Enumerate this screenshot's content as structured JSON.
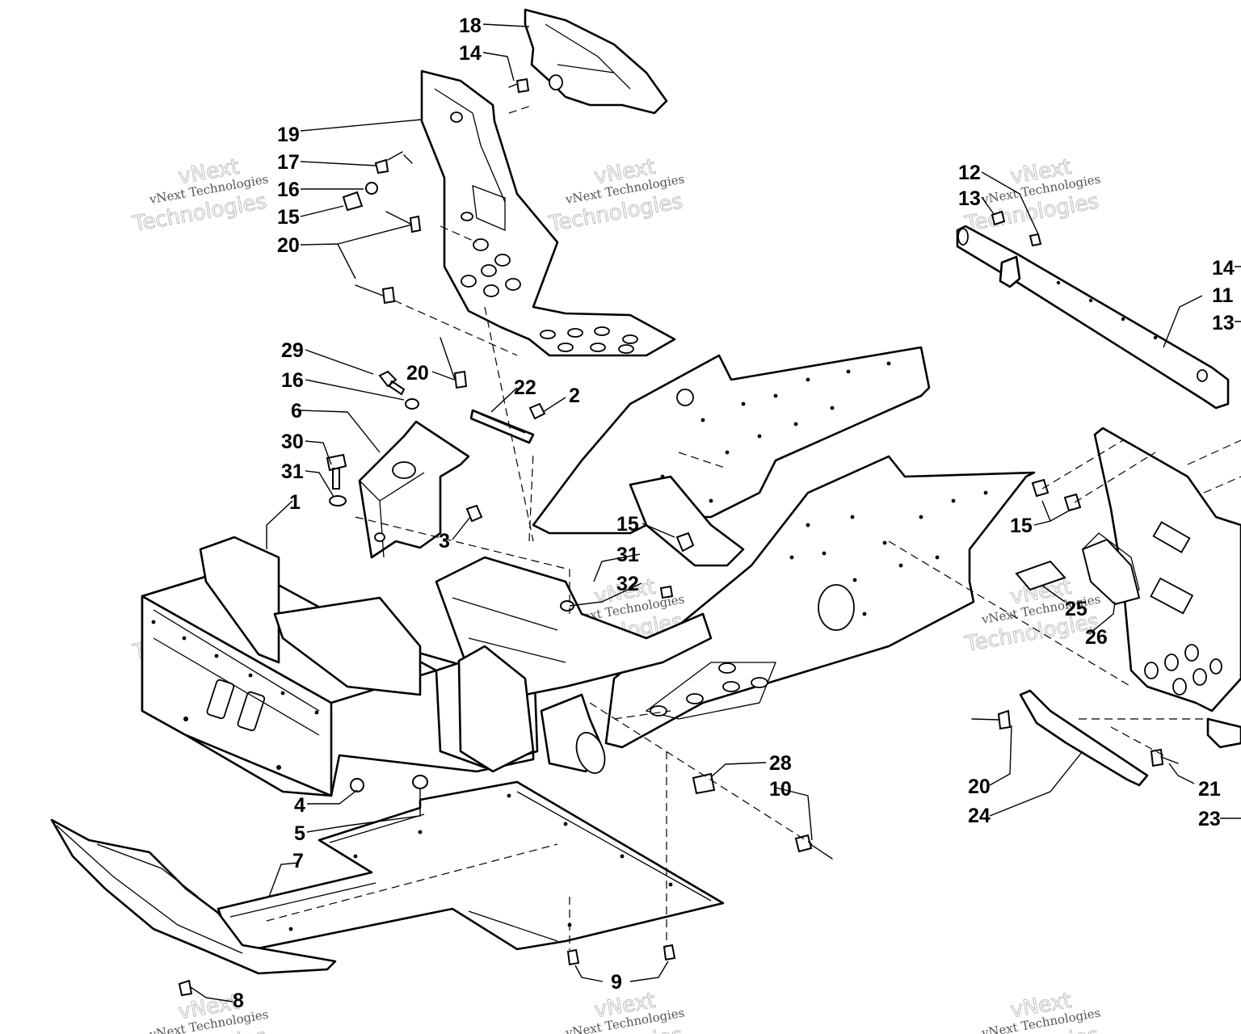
{
  "diagram": {
    "colors": {
      "line": "#000000",
      "background": "#ffffff",
      "watermark": "#555555"
    },
    "callouts": [
      {
        "id": "c18",
        "label": "18"
      },
      {
        "id": "c14a",
        "label": "14"
      },
      {
        "id": "c19",
        "label": "19"
      },
      {
        "id": "c17",
        "label": "17"
      },
      {
        "id": "c16a",
        "label": "16"
      },
      {
        "id": "c15a",
        "label": "15"
      },
      {
        "id": "c20a",
        "label": "20"
      },
      {
        "id": "c29",
        "label": "29"
      },
      {
        "id": "c16b",
        "label": "16"
      },
      {
        "id": "c6",
        "label": "6"
      },
      {
        "id": "c30",
        "label": "30"
      },
      {
        "id": "c31a",
        "label": "31"
      },
      {
        "id": "c1",
        "label": "1"
      },
      {
        "id": "c20b",
        "label": "20"
      },
      {
        "id": "c22",
        "label": "22"
      },
      {
        "id": "c2",
        "label": "2"
      },
      {
        "id": "c3",
        "label": "3"
      },
      {
        "id": "c15b",
        "label": "15"
      },
      {
        "id": "c31b",
        "label": "31"
      },
      {
        "id": "c32",
        "label": "32"
      },
      {
        "id": "c12",
        "label": "12"
      },
      {
        "id": "c13a",
        "label": "13"
      },
      {
        "id": "c14b",
        "label": "14"
      },
      {
        "id": "c11",
        "label": "11"
      },
      {
        "id": "c13b",
        "label": "13"
      },
      {
        "id": "c15c",
        "label": "15"
      },
      {
        "id": "c25",
        "label": "25"
      },
      {
        "id": "c26",
        "label": "26"
      },
      {
        "id": "c4",
        "label": "4"
      },
      {
        "id": "c5",
        "label": "5"
      },
      {
        "id": "c28",
        "label": "28"
      },
      {
        "id": "c10",
        "label": "10"
      },
      {
        "id": "c7",
        "label": "7"
      },
      {
        "id": "c8",
        "label": "8"
      },
      {
        "id": "c9",
        "label": "9"
      },
      {
        "id": "c20c",
        "label": "20"
      },
      {
        "id": "c24",
        "label": "24"
      },
      {
        "id": "c21",
        "label": "21"
      },
      {
        "id": "c23",
        "label": "23"
      }
    ],
    "watermarks": [
      {
        "id": "wm1",
        "line1": "vNext Technologies",
        "line2": "vNext",
        "line3": "Technologies"
      },
      {
        "id": "wm2",
        "line1": "vNext Technologies",
        "line2": "vNext",
        "line3": "Technologies"
      },
      {
        "id": "wm3",
        "line1": "vNext Technologies",
        "line2": "vNext",
        "line3": "Technologies"
      },
      {
        "id": "wm4",
        "line1": "vNext Technologies",
        "line2": "vNext",
        "line3": "Technologies"
      },
      {
        "id": "wm5",
        "line1": "vNext Technologies",
        "line2": "vNext",
        "line3": "Technologies"
      },
      {
        "id": "wm6",
        "line1": "vNext Technologies",
        "line2": "vNext",
        "line3": "Technologies"
      },
      {
        "id": "wm7",
        "line1": "vNext Technologies",
        "line2": "vNext",
        "line3": "Technologies"
      },
      {
        "id": "wm8",
        "line1": "vNext Technologies",
        "line2": "vNext",
        "line3": "Technologies"
      },
      {
        "id": "wm9",
        "line1": "vNext Technologies",
        "line2": "vNext",
        "line3": "Technologies"
      }
    ]
  }
}
